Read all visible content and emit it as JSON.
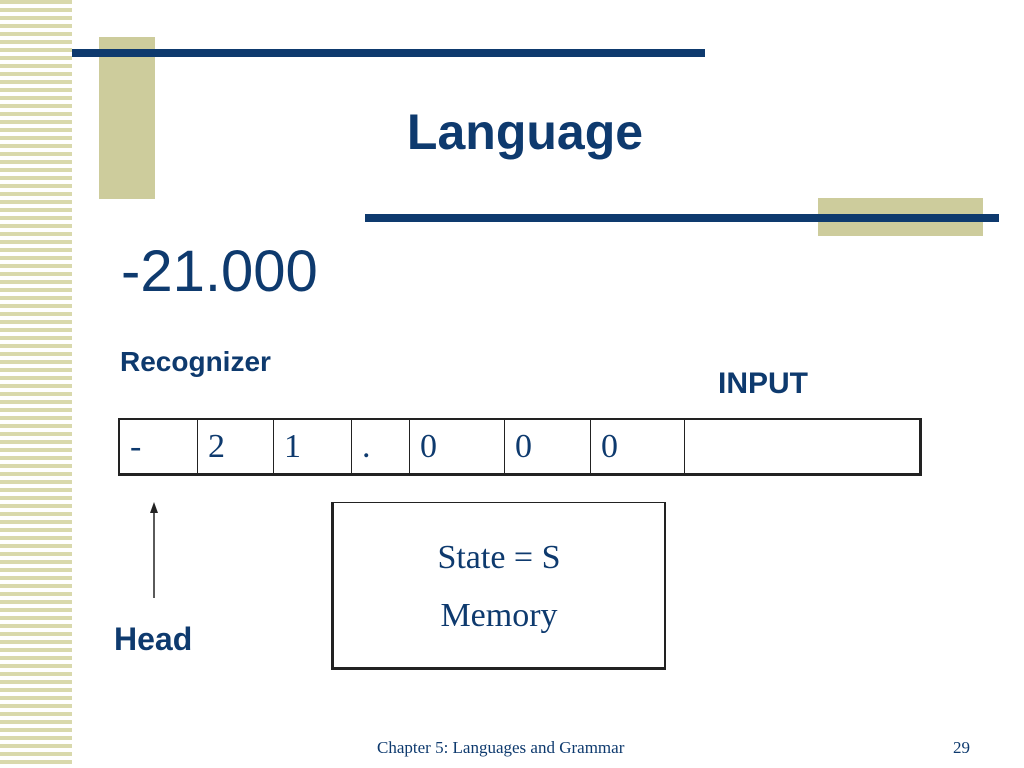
{
  "slide": {
    "title": "Language",
    "number": "-21.000",
    "recognizer_label": "Recognizer",
    "input_label": "INPUT",
    "head_label": "Head",
    "tape_cells": [
      "-",
      "2",
      "1",
      ".",
      "0",
      "0",
      "0",
      ""
    ],
    "state_box": {
      "line1": "State = S",
      "line2": "Memory"
    },
    "footer": "Chapter 5: Languages and Grammar",
    "page_number": "29"
  },
  "colors": {
    "text_navy": "#0e3a6e",
    "accent_khaki": "#cdcc9c",
    "stripe_khaki": "#d9d9ac"
  }
}
